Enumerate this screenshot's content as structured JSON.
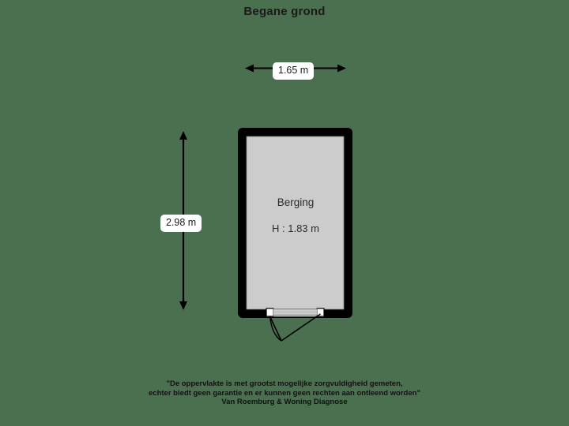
{
  "title": "Begane grond",
  "colors": {
    "background": "#4a7050",
    "wall": "#000000",
    "floor_fill": "#cccccc",
    "label_bg": "#ffffff",
    "text": "#1a1a1a",
    "door_leaf": "#b8b8b8"
  },
  "dimensions": {
    "width_label": "1.65 m",
    "height_label": "2.98 m"
  },
  "room": {
    "name": "Berging",
    "height_label": "H : 1.83 m"
  },
  "footer": {
    "line1": "\"De oppervlakte is met grootst mogelijke zorgvuldigheid gemeten,",
    "line2": "echter biedt geen garantie en er kunnen geen rechten aan ontleend worden\"",
    "line3": "Van Roemburg & Woning Diagnose"
  }
}
